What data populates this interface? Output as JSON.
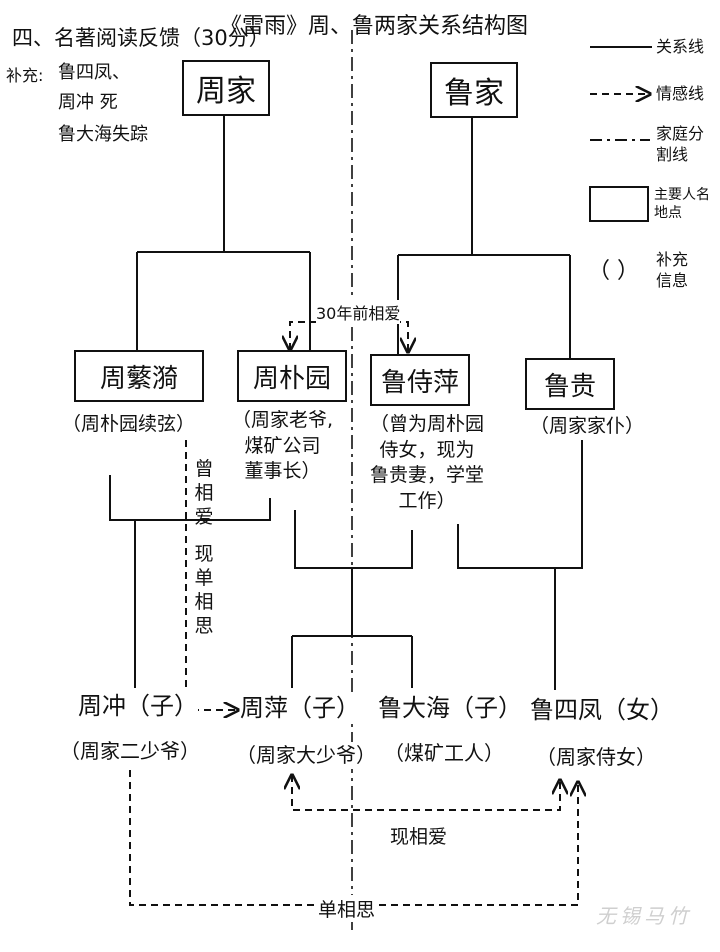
{
  "header": {
    "section": "四、名著阅读反馈（30分）",
    "title": "《雷雨》周、鲁两家关系结构图"
  },
  "supplement": {
    "label": "补充:",
    "lines": [
      "鲁四凤、",
      "周冲  死",
      "鲁大海失踪"
    ]
  },
  "families": {
    "zhou": "周家",
    "lu": "鲁家"
  },
  "people": {
    "fanyi": {
      "name": "周蘩漪",
      "note": "（周朴园续弦）"
    },
    "puyuan": {
      "name": "周朴园",
      "note_lines": [
        "（周家老爷,",
        "煤矿公司",
        "董事长）"
      ]
    },
    "shiping": {
      "name": "鲁侍萍",
      "note_lines": [
        "（曾为周朴园",
        "侍女，现为",
        "鲁贵妻，学堂",
        "工作）"
      ]
    },
    "gui": {
      "name": "鲁贵",
      "note": "（周家家仆）"
    },
    "chong": {
      "name": "周冲（子）",
      "note": "（周家二少爷）"
    },
    "ping": {
      "name": "周萍（子）",
      "note": "（周家大少爷）"
    },
    "dahai": {
      "name": "鲁大海（子）",
      "note": "（煤矿工人）"
    },
    "sifeng": {
      "name": "鲁四凤（女）",
      "note": "（周家侍女）"
    }
  },
  "relations": {
    "past_love": "30年前相爱",
    "fanyi_ping": [
      "曾",
      "相",
      "爱",
      "现",
      "单",
      "相",
      "思"
    ],
    "ping_sifeng": "现相爱",
    "chong_sifeng": "单相思"
  },
  "legend": {
    "relation": "关系线",
    "emotion": "情感线",
    "divider_lines": [
      "家庭分",
      "割线"
    ],
    "box_lines": [
      "主要人名",
      "地点"
    ],
    "paren_symbol": "（    ）",
    "paren_lines": [
      "补充",
      "信息"
    ]
  },
  "watermark": "无锡马竹"
}
